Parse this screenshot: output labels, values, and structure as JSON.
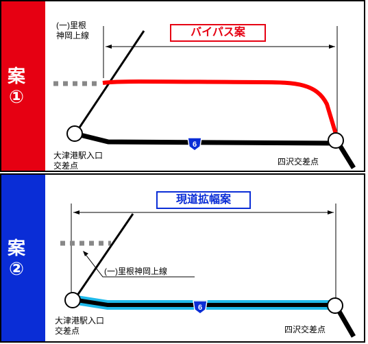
{
  "panels": [
    {
      "id": "1",
      "tab_label_line1": "案",
      "tab_label_line2": "①",
      "tab_color": "#e60012",
      "title": "バイパス案",
      "title_color": "#e60012",
      "road_label_line1": "(一)里根",
      "road_label_line2": "神岡上線",
      "left_point_line1": "大津港駅入口",
      "left_point_line2": "交差点",
      "right_point": "四沢交差点",
      "route_number": "6",
      "route_color": "#ff0000"
    },
    {
      "id": "2",
      "tab_label_line1": "案",
      "tab_label_line2": "②",
      "tab_color": "#0a2dd6",
      "title": "現道拡幅案",
      "title_color": "#0a2dd6",
      "road_label": "(一)里根神岡上線",
      "left_point_line1": "大津港駅入口",
      "left_point_line2": "交差点",
      "right_point": "四沢交差点",
      "route_number": "6",
      "route_color": "#1fb9ea"
    }
  ]
}
